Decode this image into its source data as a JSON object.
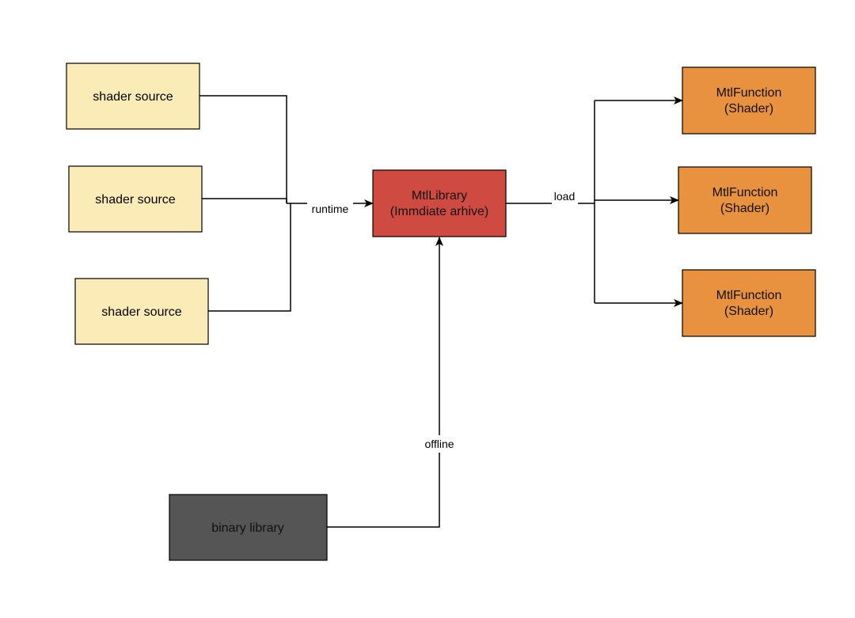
{
  "colors": {
    "source_fill": "#FBEBB6",
    "library_fill": "#CF4A40",
    "function_fill": "#E8913E",
    "binary_fill": "#555555",
    "stroke": "#000000",
    "line": "#000000"
  },
  "nodes": {
    "source1": {
      "label": "shader source"
    },
    "source2": {
      "label": "shader source"
    },
    "source3": {
      "label": "shader source"
    },
    "library": {
      "line1": "MtlLibrary",
      "line2": "(Immdiate arhive)"
    },
    "function1": {
      "line1": "MtlFunction",
      "line2": "(Shader)"
    },
    "function2": {
      "line1": "MtlFunction",
      "line2": "(Shader)"
    },
    "function3": {
      "line1": "MtlFunction",
      "line2": "(Shader)"
    },
    "binary": {
      "label": "binary library"
    }
  },
  "edges": {
    "runtime_label": "runtime",
    "load_label": "load",
    "offline_label": "offline"
  }
}
